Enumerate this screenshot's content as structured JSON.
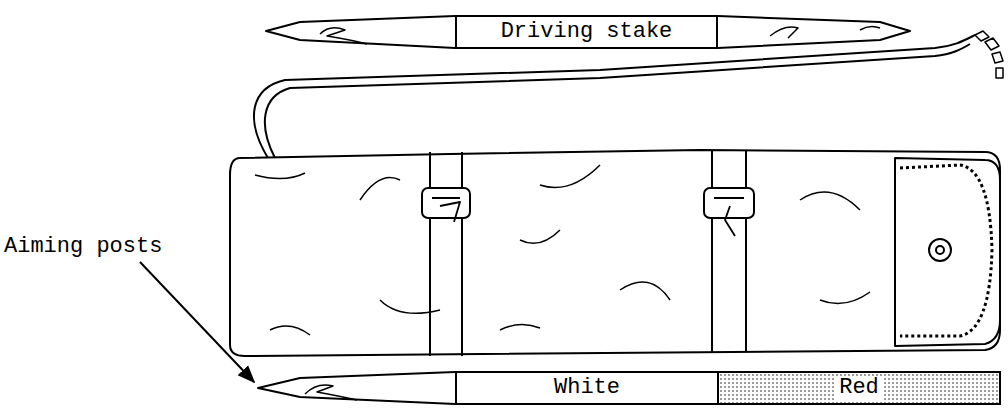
{
  "diagram": {
    "nodes": [
      {
        "text": [
          "Driving stake"
        ]
      },
      {
        "text": [
          "White"
        ]
      },
      {
        "text": [
          "Red"
        ]
      }
    ],
    "labels": [
      "Aiming posts"
    ]
  }
}
